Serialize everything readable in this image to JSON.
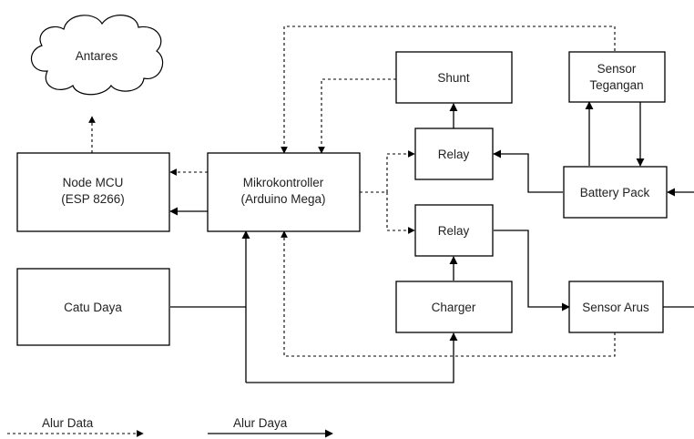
{
  "nodes": {
    "antares": "Antares",
    "node_mcu_line1": "Node MCU",
    "node_mcu_line2": "(ESP 8266)",
    "mikrokontroller_line1": "Mikrokontroller",
    "mikrokontroller_line2": "(Arduino Mega)",
    "catu_daya": "Catu Daya",
    "shunt": "Shunt",
    "relay_top": "Relay",
    "relay_bottom": "Relay",
    "charger": "Charger",
    "sensor_tegangan_line1": "Sensor",
    "sensor_tegangan_line2": "Tegangan",
    "battery_pack": "Battery Pack",
    "sensor_arus": "Sensor Arus"
  },
  "legend": {
    "data_flow": "Alur Data",
    "power_flow": "Alur Daya"
  }
}
